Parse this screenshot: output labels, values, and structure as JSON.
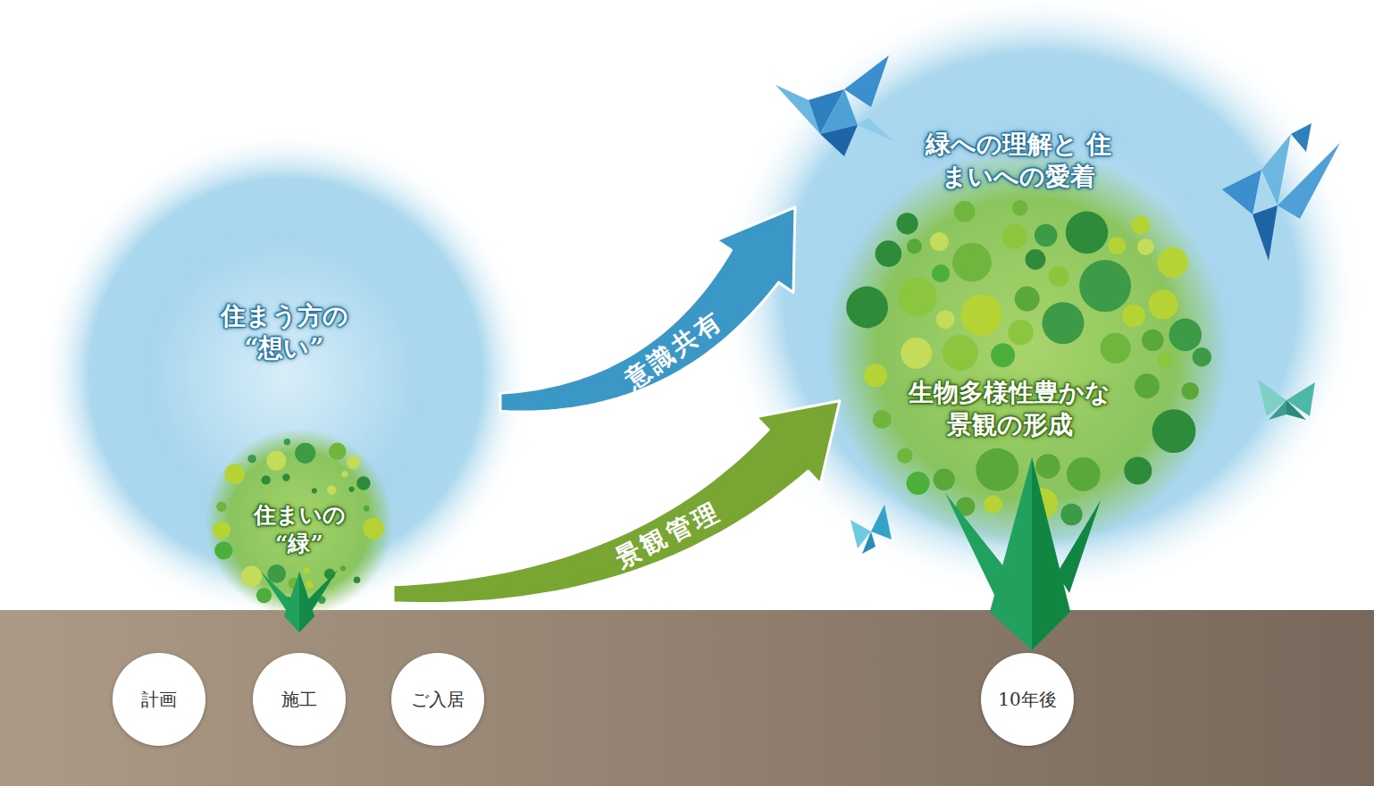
{
  "diagram": {
    "nodes": [
      {
        "text": [
          "住まう方の “想い”"
        ]
      },
      {
        "text": [
          "住まいの “緑”"
        ],
        "in": 0
      },
      {
        "text": [
          "緑への理解と 住まいへの愛着"
        ]
      },
      {
        "text": [
          "生物多様性豊かな 景観の形成"
        ],
        "in": 2
      },
      {
        "text": [
          "計画"
        ]
      },
      {
        "text": [
          "施工"
        ]
      },
      {
        "text": [
          "ご入居"
        ]
      },
      {
        "text": [
          "10年後"
        ]
      }
    ],
    "edges": [
      {
        "from": 0,
        "to": 2,
        "label": "意識共有",
        "arrow": "to"
      },
      {
        "from": 1,
        "to": 3,
        "label": "景観管理",
        "arrow": "to"
      }
    ]
  }
}
